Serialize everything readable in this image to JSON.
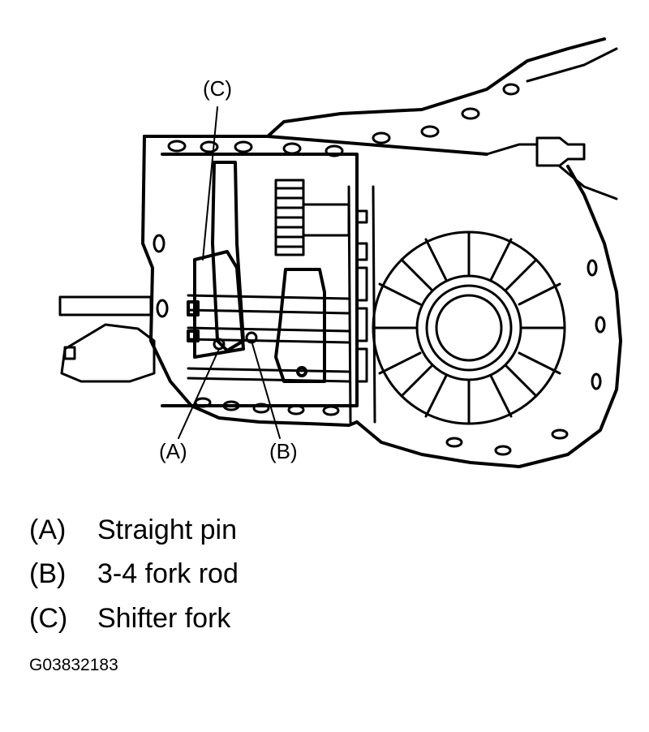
{
  "callouts": {
    "a": "(A)",
    "b": "(B)",
    "c": "(C)"
  },
  "legend": [
    {
      "key": "(A)",
      "text": "Straight pin"
    },
    {
      "key": "(B)",
      "text": "3-4 fork rod"
    },
    {
      "key": "(C)",
      "text": "Shifter fork"
    }
  ],
  "figure_id": "G03832183"
}
